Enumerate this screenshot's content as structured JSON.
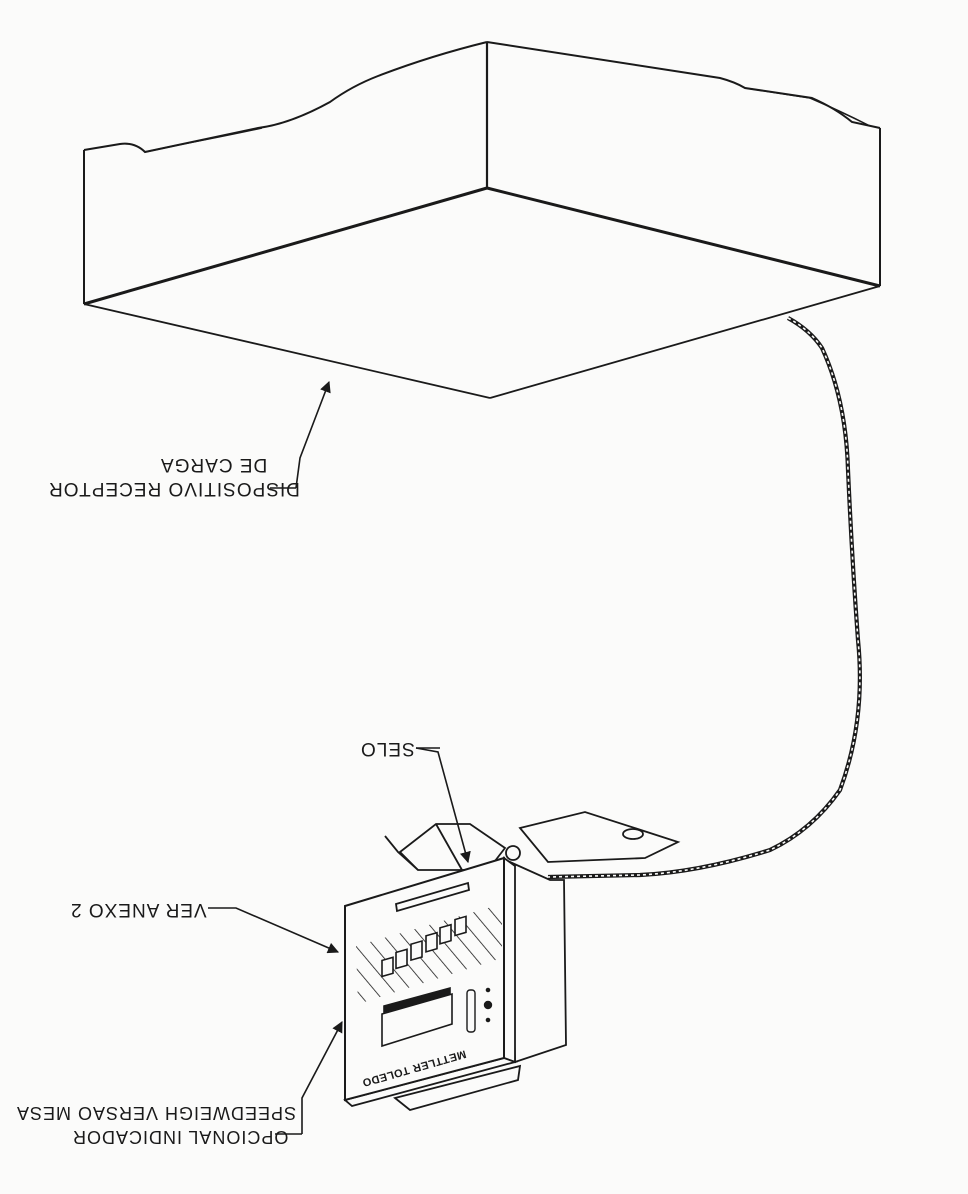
{
  "labels": {
    "load_receiver_line1": "DISPOSITIVO RECEPTOR",
    "load_receiver_line2": "DE CARGA",
    "seal": "SELO",
    "see_annex": "VER ANEXO 2",
    "indicator_line1": "OPCIONAL INDICADOR",
    "indicator_line2": "SPEEDWEIGH VERSAO MESA",
    "brand": "METTLER TOLEDO"
  },
  "colors": {
    "ink": "#1a1a1a",
    "paper": "#fbfbfa"
  },
  "icons": {
    "pointer_arrows": "arrow-icon",
    "indicator_keys": "key-icon"
  }
}
